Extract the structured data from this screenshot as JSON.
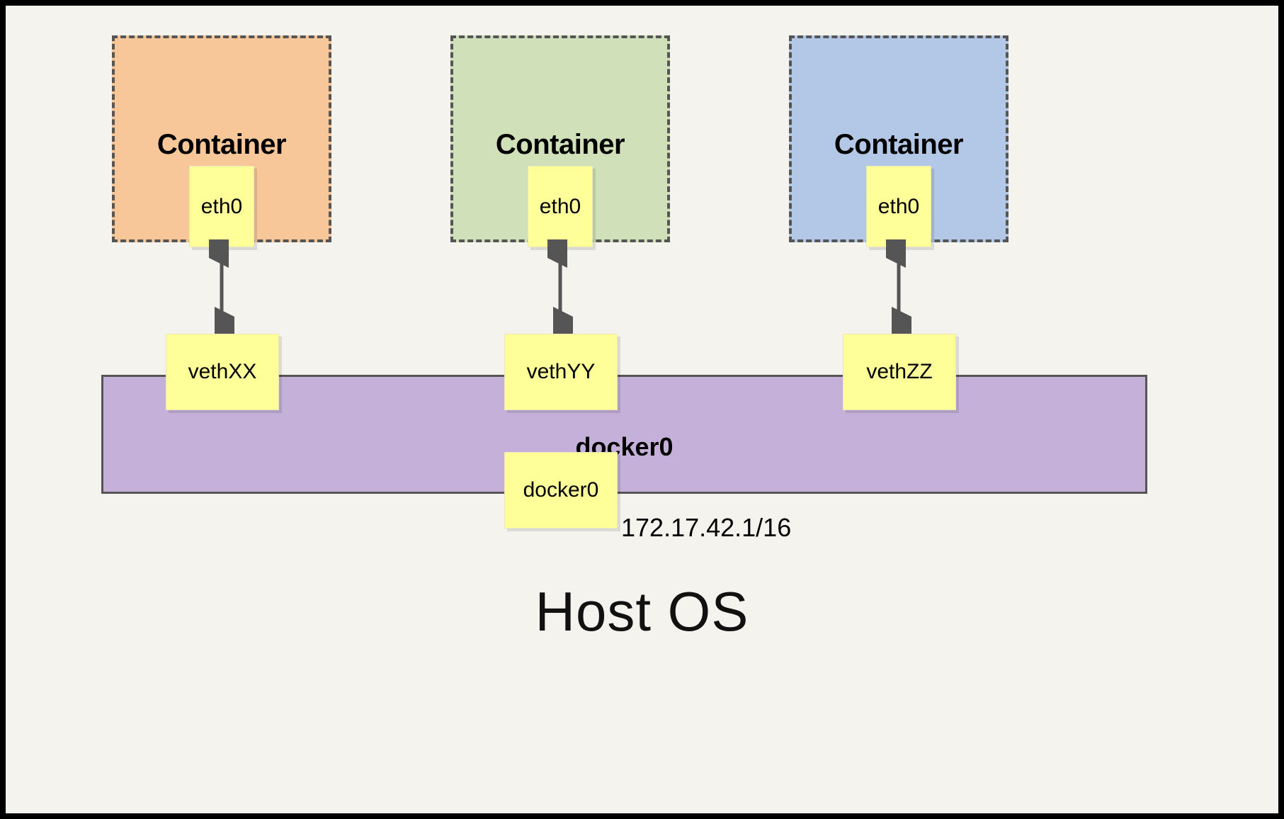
{
  "diagram": {
    "title_bottom": "Host OS",
    "bridge": {
      "name": "docker0",
      "port_label": "docker0",
      "ip": "172.17.42.1/16",
      "color": "#c4b0d8"
    },
    "containers": [
      {
        "label": "Container",
        "iface": "eth0",
        "veth": "vethXX",
        "color": "#f7c79a"
      },
      {
        "label": "Container",
        "iface": "eth0",
        "veth": "vethYY",
        "color": "#d0e0b8"
      },
      {
        "label": "Container",
        "iface": "eth0",
        "veth": "vethZZ",
        "color": "#b3c7e6"
      }
    ],
    "colors": {
      "background": "#f4f3ee",
      "frame": "#000000",
      "note": "#ffff99",
      "dash_border": "#555555",
      "arrow": "#555555"
    }
  }
}
